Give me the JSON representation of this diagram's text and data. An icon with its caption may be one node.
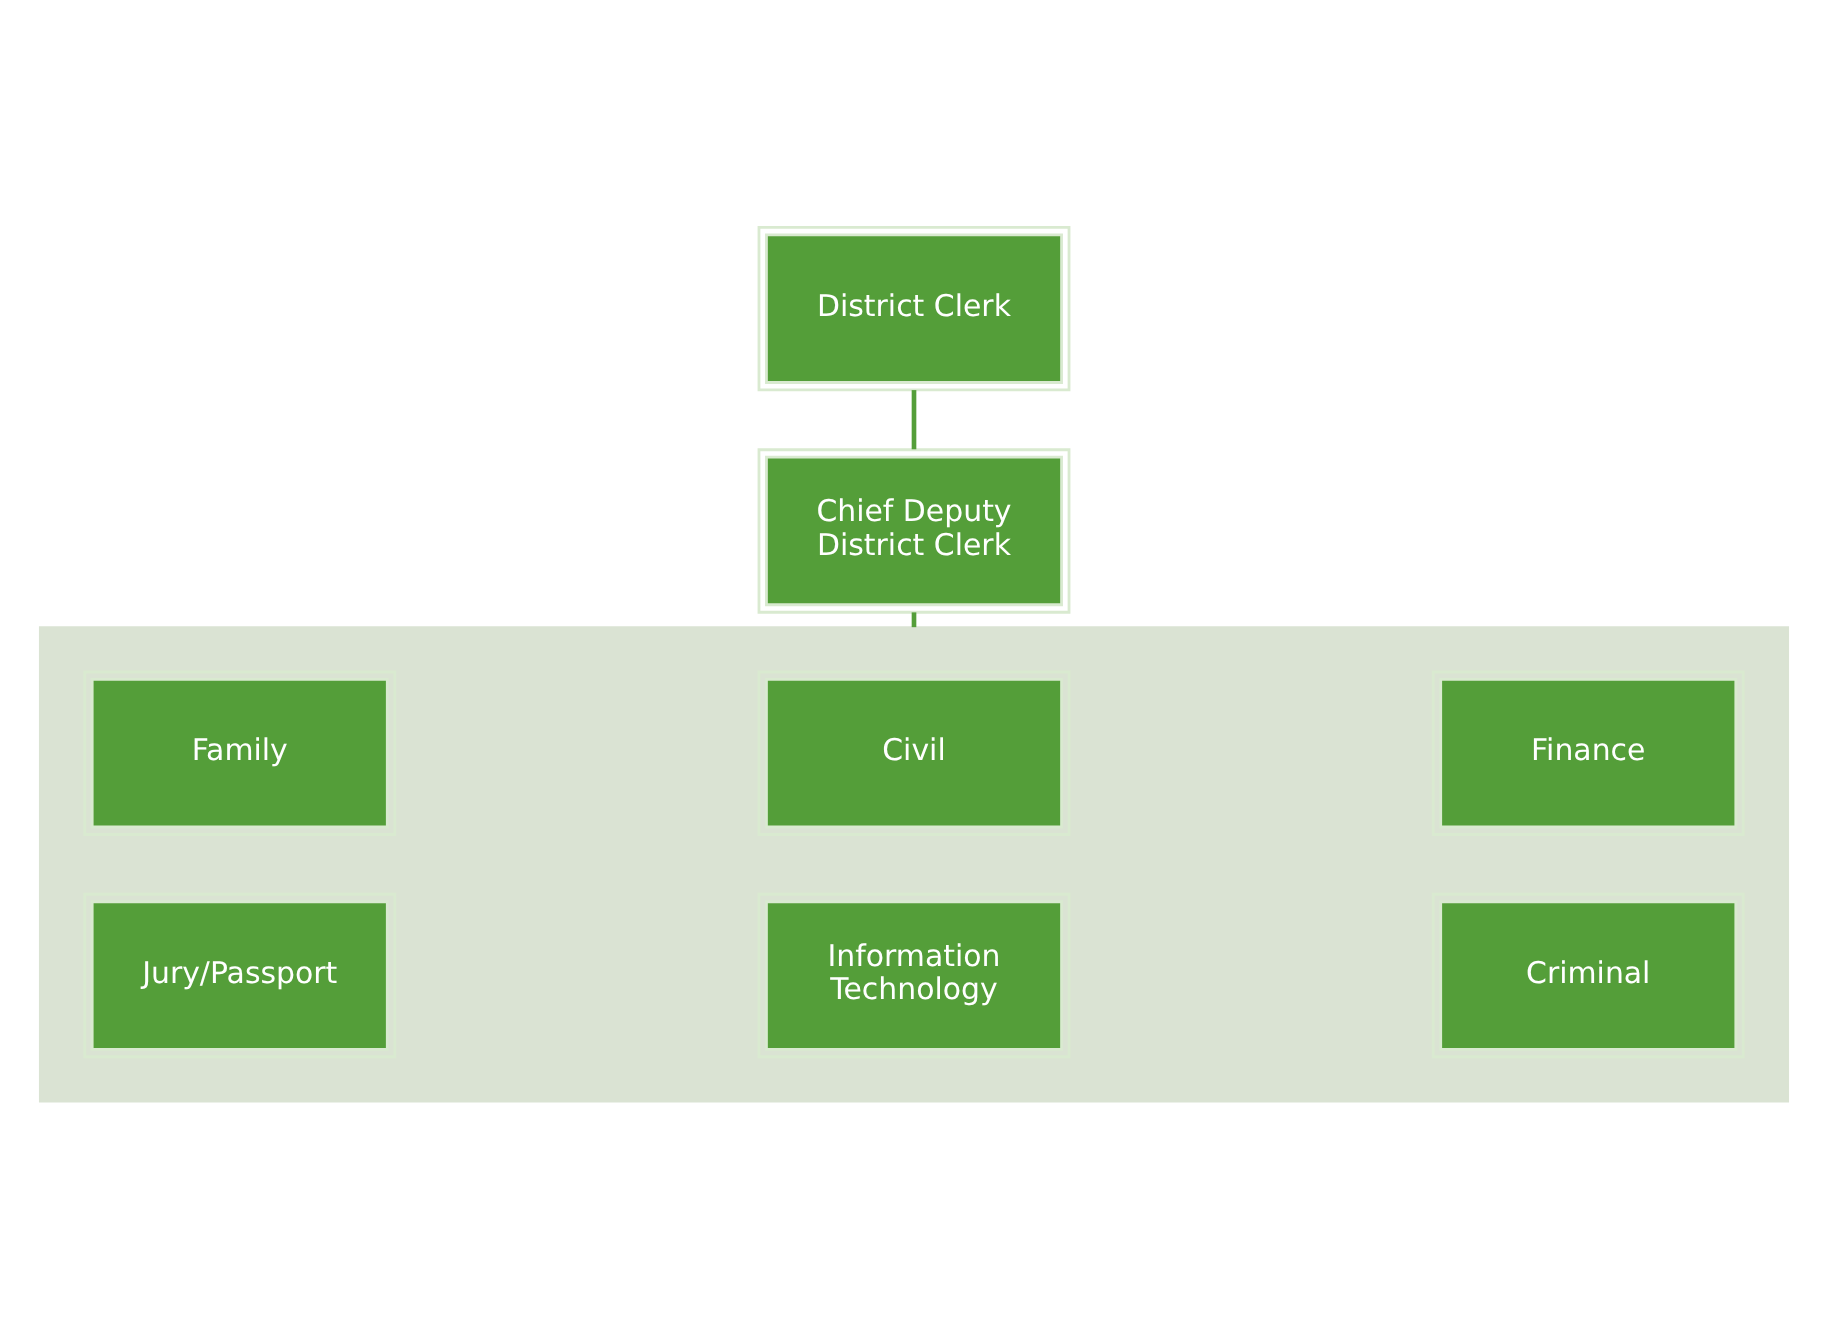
{
  "diagram": {
    "nodes": [
      {
        "text": [
          "District Clerk"
        ]
      },
      {
        "text": [
          "Chief Deputy District Clerk"
        ]
      },
      {
        "text": [],
        "shape": "box"
      },
      {
        "text": [
          "Family"
        ],
        "in": 2
      },
      {
        "text": [
          "Civil"
        ],
        "in": 2
      },
      {
        "text": [
          "Finance"
        ],
        "in": 2
      },
      {
        "text": [
          "Jury/Passport"
        ],
        "in": 2
      },
      {
        "text": [
          "Information Technology"
        ],
        "in": 2
      },
      {
        "text": [
          "Criminal"
        ],
        "in": 2
      }
    ],
    "edges": [
      {
        "from": 0,
        "to": 1,
        "arrow": "none"
      },
      {
        "from": 1,
        "to": 2,
        "arrow": "none"
      }
    ]
  }
}
